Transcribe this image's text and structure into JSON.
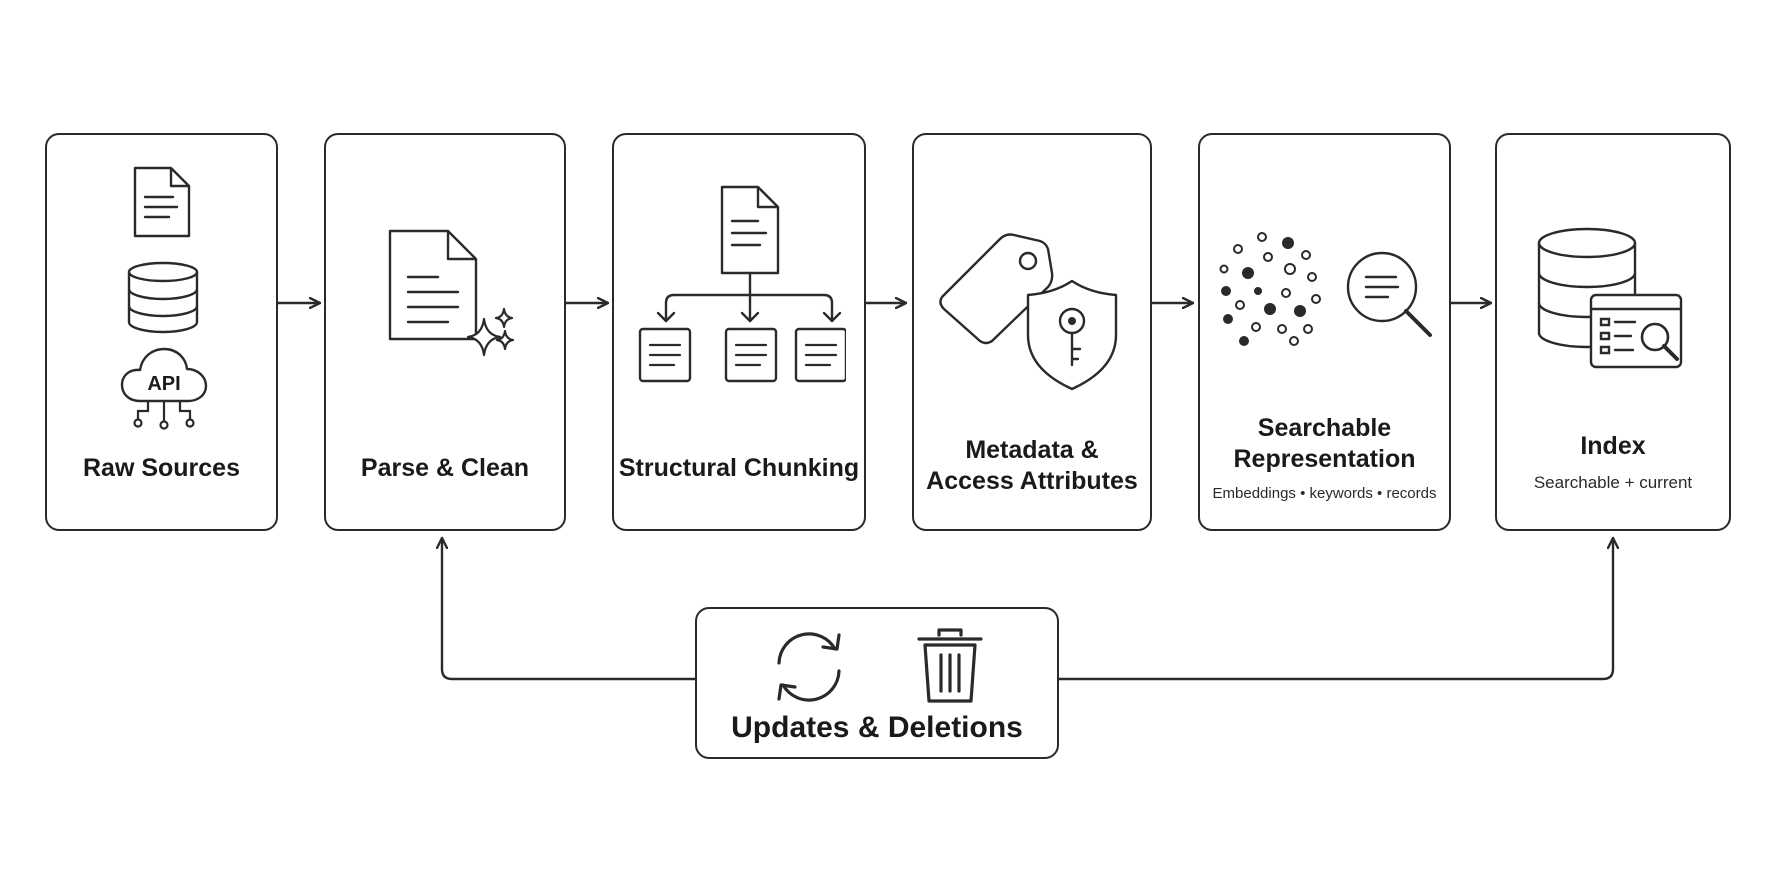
{
  "diagram": {
    "stages": [
      {
        "title": "Raw Sources",
        "subtitle": "",
        "icons": [
          "document-icon",
          "database-icon",
          "cloud-api-icon"
        ],
        "api_label": "API"
      },
      {
        "title": "Parse & Clean",
        "subtitle": "",
        "icons": [
          "document-sparkle-icon"
        ]
      },
      {
        "title": "Structural Chunking",
        "subtitle": "",
        "icons": [
          "document-split-icon"
        ]
      },
      {
        "title": "Metadata &\nAccess Attributes",
        "subtitle": "",
        "icons": [
          "tag-icon",
          "shield-key-icon"
        ]
      },
      {
        "title": "Searchable\nRepresentation",
        "subtitle": "Embeddings • keywords • records",
        "icons": [
          "dot-cloud-icon",
          "magnifier-icon"
        ]
      },
      {
        "title": "Index",
        "subtitle": "Searchable + current",
        "icons": [
          "database-search-icon"
        ]
      }
    ],
    "feedback": {
      "title": "Updates & Deletions",
      "icons": [
        "refresh-icon",
        "trash-icon"
      ]
    },
    "colors": {
      "stroke": "#2a2a2a",
      "background": "#ffffff"
    }
  }
}
